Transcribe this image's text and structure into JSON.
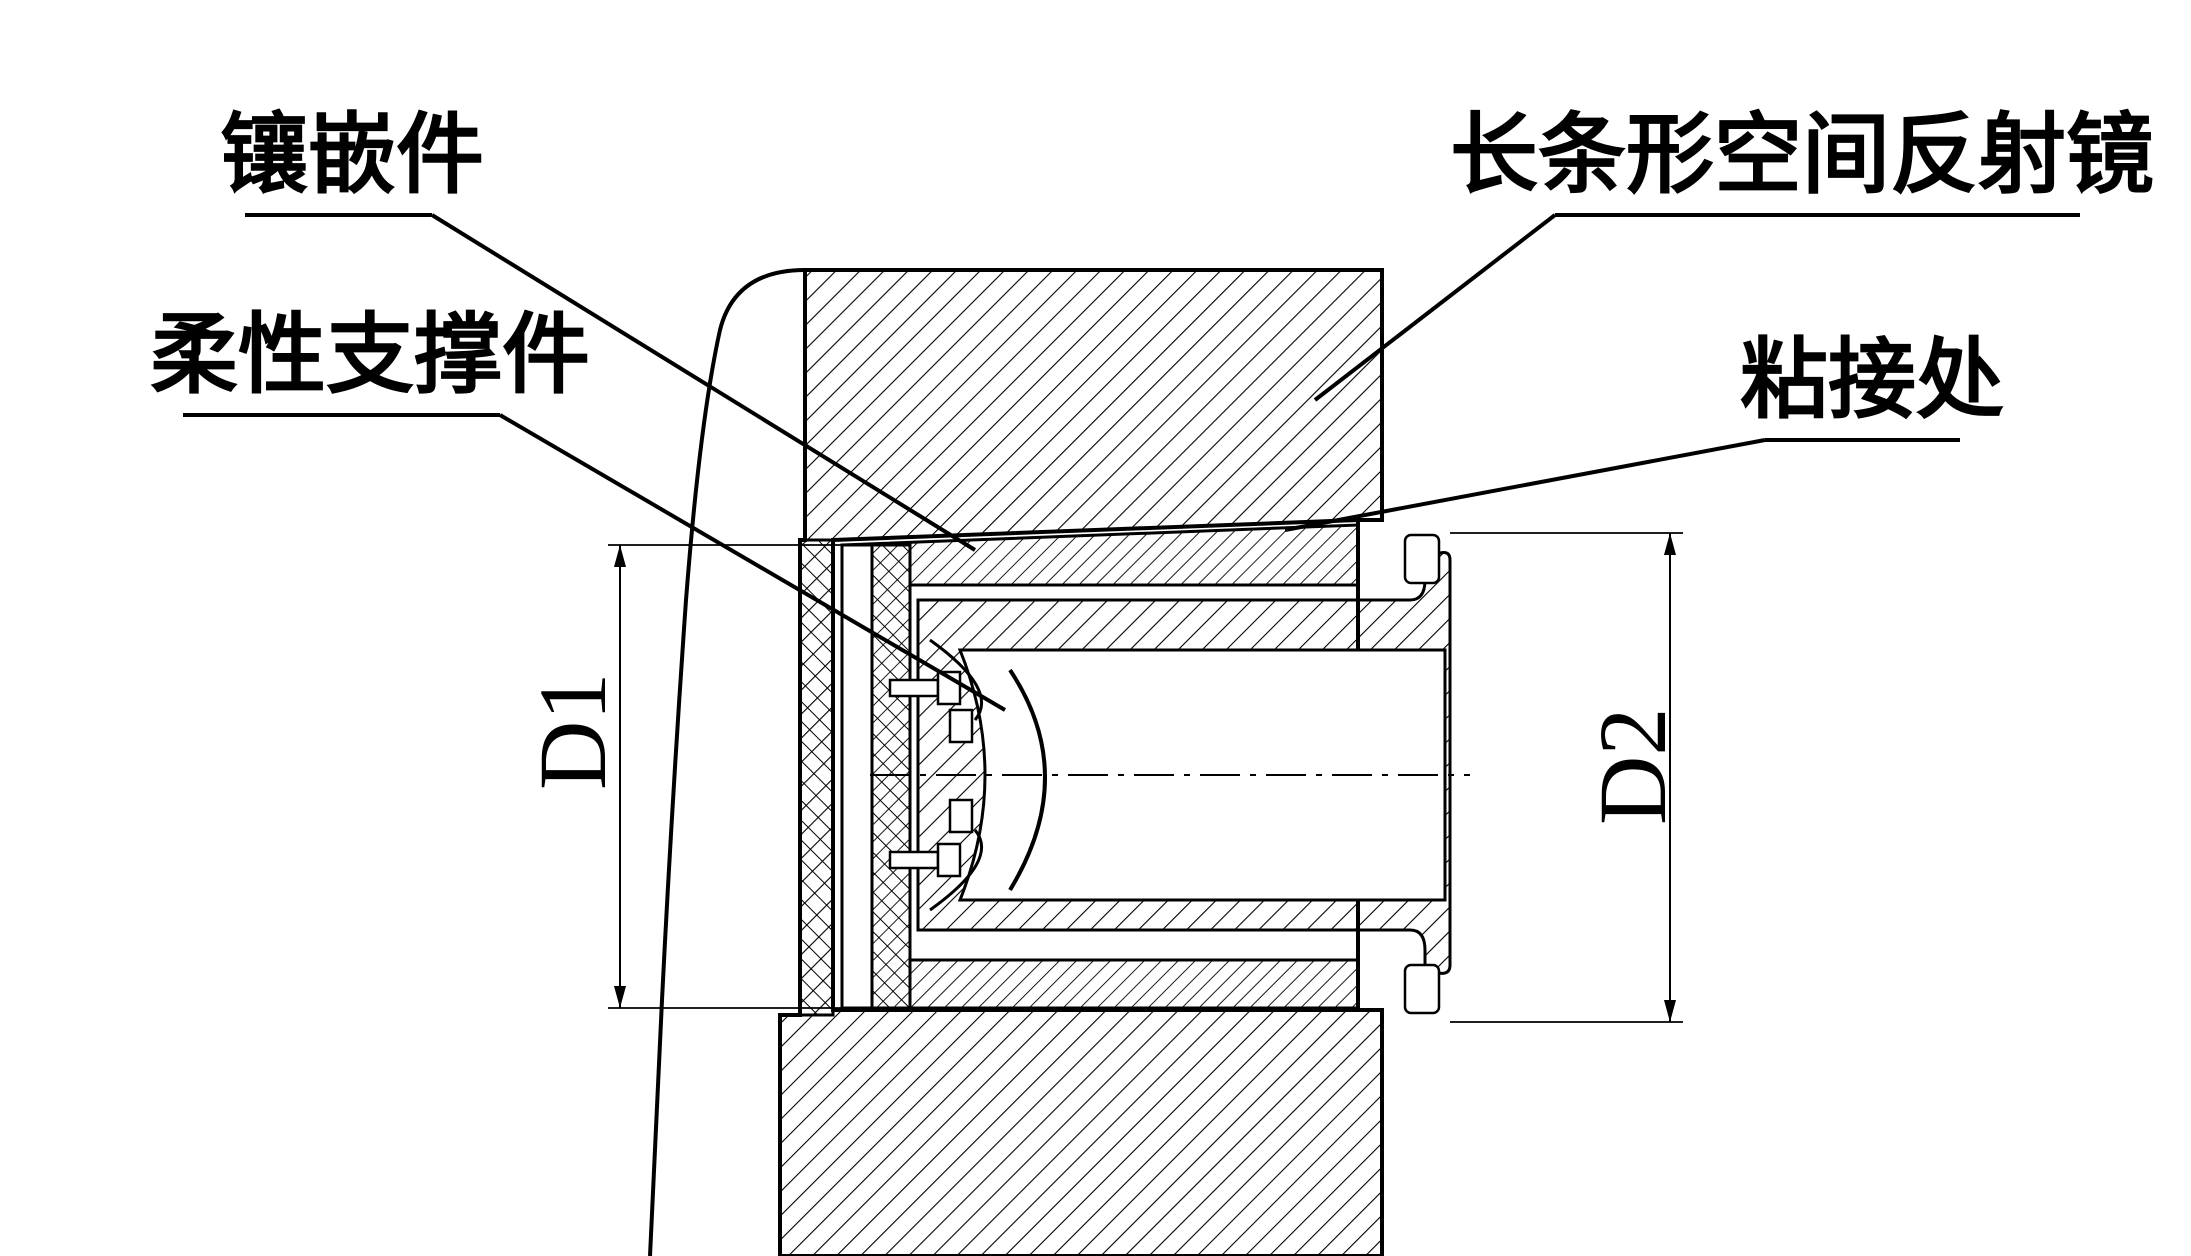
{
  "labels": {
    "inlay": "镶嵌件",
    "flex_support": "柔性支撑件",
    "mirror": "长条形空间反射镜",
    "bond": "粘接处"
  },
  "dimensions": {
    "d1": "D1",
    "d2": "D2"
  },
  "colors": {
    "line": "#000000",
    "background": "#ffffff"
  }
}
